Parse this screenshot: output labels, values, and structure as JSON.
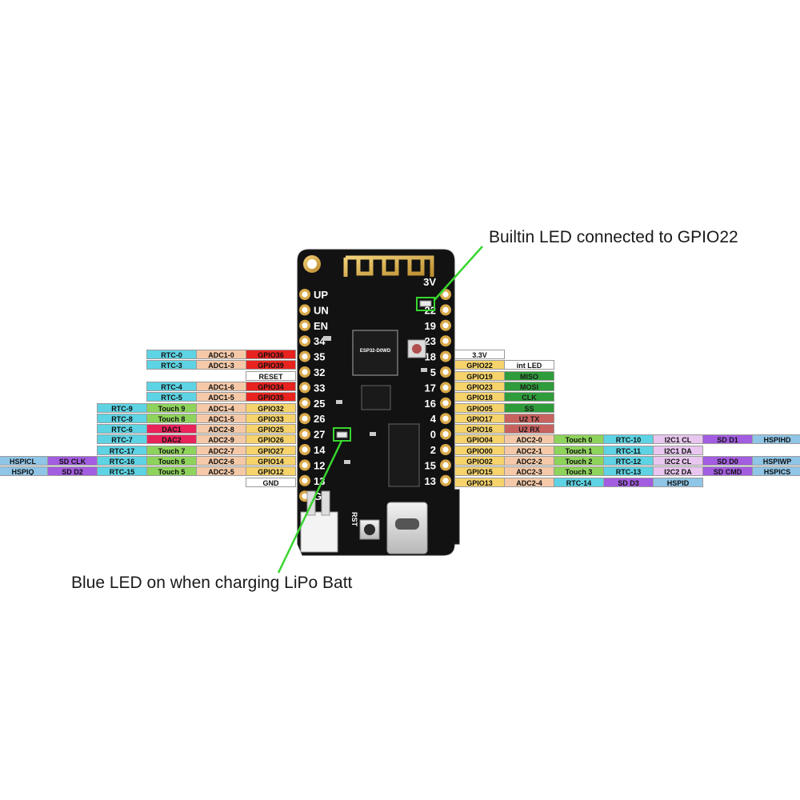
{
  "annotations": {
    "builtin_led": "Builtin LED connected to GPIO22",
    "charge_led": "Blue LED on when charging LiPo Batt"
  },
  "colors": {
    "rtc": "#5dd3e3",
    "adc": "#f5c9a8",
    "gpio": "#f6d36b",
    "gpio_input_only": "#e8231f",
    "touch": "#8ed35b",
    "dac": "#e8235a",
    "sd": "#a35de0",
    "hspi": "#8fc5e6",
    "spi_green": "#2e9c3a",
    "uart": "#c8625f",
    "i2c": "#e9c6ef",
    "plain": "#ffffff",
    "board": "#121212",
    "led_green": "#39d52f"
  },
  "board": {
    "silkscreen_left": [
      "UP",
      "UN",
      "EN",
      "34",
      "35",
      "32",
      "33",
      "25",
      "26",
      "27",
      "14",
      "12",
      "13",
      "G"
    ],
    "silkscreen_right": [
      "3V",
      "22",
      "19",
      "23",
      "18",
      "5",
      "17",
      "16",
      "4",
      "0",
      "2",
      "15",
      "13"
    ],
    "button_label": "RST",
    "chip_marking": "ESP32-D0WD"
  },
  "left_rows": [
    {
      "cells": [
        {
          "t": "RTC-0",
          "c": "rtc"
        },
        {
          "t": "ADC1-0",
          "c": "adc"
        },
        {
          "t": "GPIO36",
          "c": "gpio_input_only"
        }
      ]
    },
    {
      "cells": [
        {
          "t": "RTC-3",
          "c": "rtc"
        },
        {
          "t": "ADC1-3",
          "c": "adc"
        },
        {
          "t": "GPIO39",
          "c": "gpio_input_only"
        }
      ]
    },
    {
      "cells": [
        {
          "t": "RESET",
          "c": "plain"
        }
      ]
    },
    {
      "cells": [
        {
          "t": "RTC-4",
          "c": "rtc"
        },
        {
          "t": "ADC1-6",
          "c": "adc"
        },
        {
          "t": "GPIO34",
          "c": "gpio_input_only"
        }
      ]
    },
    {
      "cells": [
        {
          "t": "RTC-5",
          "c": "rtc"
        },
        {
          "t": "ADC1-5",
          "c": "adc"
        },
        {
          "t": "GPIO35",
          "c": "gpio_input_only"
        }
      ]
    },
    {
      "cells": [
        {
          "t": "RTC-9",
          "c": "rtc"
        },
        {
          "t": "Touch 9",
          "c": "touch"
        },
        {
          "t": "ADC1-4",
          "c": "adc"
        },
        {
          "t": "GPIO32",
          "c": "gpio"
        }
      ]
    },
    {
      "cells": [
        {
          "t": "RTC-8",
          "c": "rtc"
        },
        {
          "t": "Touch 8",
          "c": "touch"
        },
        {
          "t": "ADC1-5",
          "c": "adc"
        },
        {
          "t": "GPIO33",
          "c": "gpio"
        }
      ]
    },
    {
      "cells": [
        {
          "t": "RTC-6",
          "c": "rtc"
        },
        {
          "t": "DAC1",
          "c": "dac"
        },
        {
          "t": "ADC2-8",
          "c": "adc"
        },
        {
          "t": "GPIO25",
          "c": "gpio"
        }
      ]
    },
    {
      "cells": [
        {
          "t": "RTC-7",
          "c": "rtc"
        },
        {
          "t": "DAC2",
          "c": "dac"
        },
        {
          "t": "ADC2-9",
          "c": "adc"
        },
        {
          "t": "GPIO26",
          "c": "gpio"
        }
      ]
    },
    {
      "cells": [
        {
          "t": "RTC-17",
          "c": "rtc"
        },
        {
          "t": "Touch 7",
          "c": "touch"
        },
        {
          "t": "ADC2-7",
          "c": "adc"
        },
        {
          "t": "GPIO27",
          "c": "gpio"
        }
      ]
    },
    {
      "cells": [
        {
          "t": "HSPICL",
          "c": "hspi"
        },
        {
          "t": "SD CLK",
          "c": "sd"
        },
        {
          "t": "RTC-16",
          "c": "rtc"
        },
        {
          "t": "Touch 6",
          "c": "touch"
        },
        {
          "t": "ADC2-6",
          "c": "adc"
        },
        {
          "t": "GPIO14",
          "c": "gpio"
        }
      ]
    },
    {
      "cells": [
        {
          "t": "HSPIQ",
          "c": "hspi"
        },
        {
          "t": "SD D2",
          "c": "sd"
        },
        {
          "t": "RTC-15",
          "c": "rtc"
        },
        {
          "t": "Touch 5",
          "c": "touch"
        },
        {
          "t": "ADC2-5",
          "c": "adc"
        },
        {
          "t": "GPIO12",
          "c": "gpio"
        }
      ]
    },
    {
      "cells": [
        {
          "t": "GND",
          "c": "plain"
        }
      ]
    }
  ],
  "right_rows": [
    {
      "cells": [
        {
          "t": "3.3V",
          "c": "plain"
        }
      ]
    },
    {
      "cells": [
        {
          "t": "GPIO22",
          "c": "gpio"
        },
        {
          "t": "int LED",
          "c": "plain"
        }
      ]
    },
    {
      "cells": [
        {
          "t": "GPIO19",
          "c": "gpio"
        },
        {
          "t": "MISO",
          "c": "spi_green"
        }
      ]
    },
    {
      "cells": [
        {
          "t": "GPIO23",
          "c": "gpio"
        },
        {
          "t": "MOSI",
          "c": "spi_green"
        }
      ]
    },
    {
      "cells": [
        {
          "t": "GPIO18",
          "c": "gpio"
        },
        {
          "t": "CLK",
          "c": "spi_green"
        }
      ]
    },
    {
      "cells": [
        {
          "t": "GPIO05",
          "c": "gpio"
        },
        {
          "t": "SS",
          "c": "spi_green"
        }
      ]
    },
    {
      "cells": [
        {
          "t": "GPIO17",
          "c": "gpio"
        },
        {
          "t": "U2 TX",
          "c": "uart"
        }
      ]
    },
    {
      "cells": [
        {
          "t": "GPIO16",
          "c": "gpio"
        },
        {
          "t": "U2 RX",
          "c": "uart"
        }
      ]
    },
    {
      "cells": [
        {
          "t": "GPIO04",
          "c": "gpio"
        },
        {
          "t": "ADC2-0",
          "c": "adc"
        },
        {
          "t": "Touch  0",
          "c": "touch"
        },
        {
          "t": "RTC-10",
          "c": "rtc"
        },
        {
          "t": "I2C1 CL",
          "c": "i2c"
        },
        {
          "t": "SD D1",
          "c": "sd"
        },
        {
          "t": "HSPIHD",
          "c": "hspi"
        }
      ]
    },
    {
      "cells": [
        {
          "t": "GPIO00",
          "c": "gpio"
        },
        {
          "t": "ADC2-1",
          "c": "adc"
        },
        {
          "t": "Touch  1",
          "c": "touch"
        },
        {
          "t": "RTC-11",
          "c": "rtc"
        },
        {
          "t": "I2C1 DA",
          "c": "i2c"
        }
      ]
    },
    {
      "cells": [
        {
          "t": "GPIO02",
          "c": "gpio"
        },
        {
          "t": "ADC2-2",
          "c": "adc"
        },
        {
          "t": "Touch  2",
          "c": "touch"
        },
        {
          "t": "RTC-12",
          "c": "rtc"
        },
        {
          "t": "I2C2 CL",
          "c": "i2c"
        },
        {
          "t": "SD D0",
          "c": "sd"
        },
        {
          "t": "HSPIWP",
          "c": "hspi"
        }
      ]
    },
    {
      "cells": [
        {
          "t": "GPIO15",
          "c": "gpio"
        },
        {
          "t": "ADC2-3",
          "c": "adc"
        },
        {
          "t": "Touch  3",
          "c": "touch"
        },
        {
          "t": "RTC-13",
          "c": "rtc"
        },
        {
          "t": "I2C2 DA",
          "c": "i2c"
        },
        {
          "t": "SD CMD",
          "c": "sd"
        },
        {
          "t": "HSPICS",
          "c": "hspi"
        }
      ]
    },
    {
      "cells": [
        {
          "t": "GPIO13",
          "c": "gpio"
        },
        {
          "t": "ADC2-4",
          "c": "adc"
        },
        {
          "t": "RTC-14",
          "c": "rtc"
        },
        {
          "t": "SD D3",
          "c": "sd"
        },
        {
          "t": "HSPID",
          "c": "hspi"
        }
      ]
    }
  ]
}
